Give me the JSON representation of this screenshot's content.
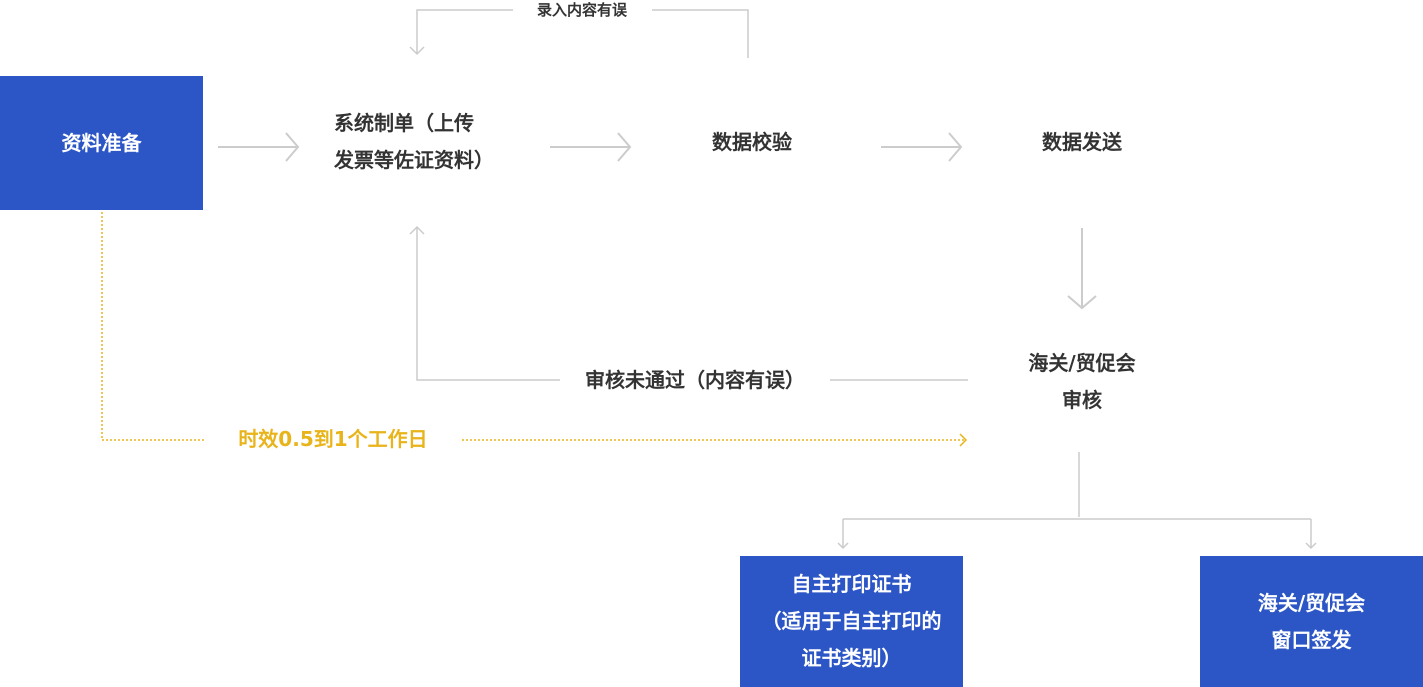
{
  "colors": {
    "box": "#2c56c6",
    "connector": "#cccccc",
    "timeline": "#e8b41a",
    "text": "#333333"
  },
  "steps": {
    "prepare": "资料准备",
    "create_line1": "系统制单（上传",
    "create_line2": "发票等佐证资料）",
    "validate": "数据校验",
    "send": "数据发送",
    "review_line1": "海关/贸促会",
    "review_line2": "审核",
    "self_print_line1": "自主打印证书",
    "self_print_line2": "（适用于自主打印的",
    "self_print_line3": "证书类别）",
    "window_line1": "海关/贸促会",
    "window_line2": "窗口签发"
  },
  "labels": {
    "input_error": "录入内容有误",
    "review_failed": "审核未通过（内容有误）",
    "timeframe": "时效0.5到1个工作日"
  }
}
